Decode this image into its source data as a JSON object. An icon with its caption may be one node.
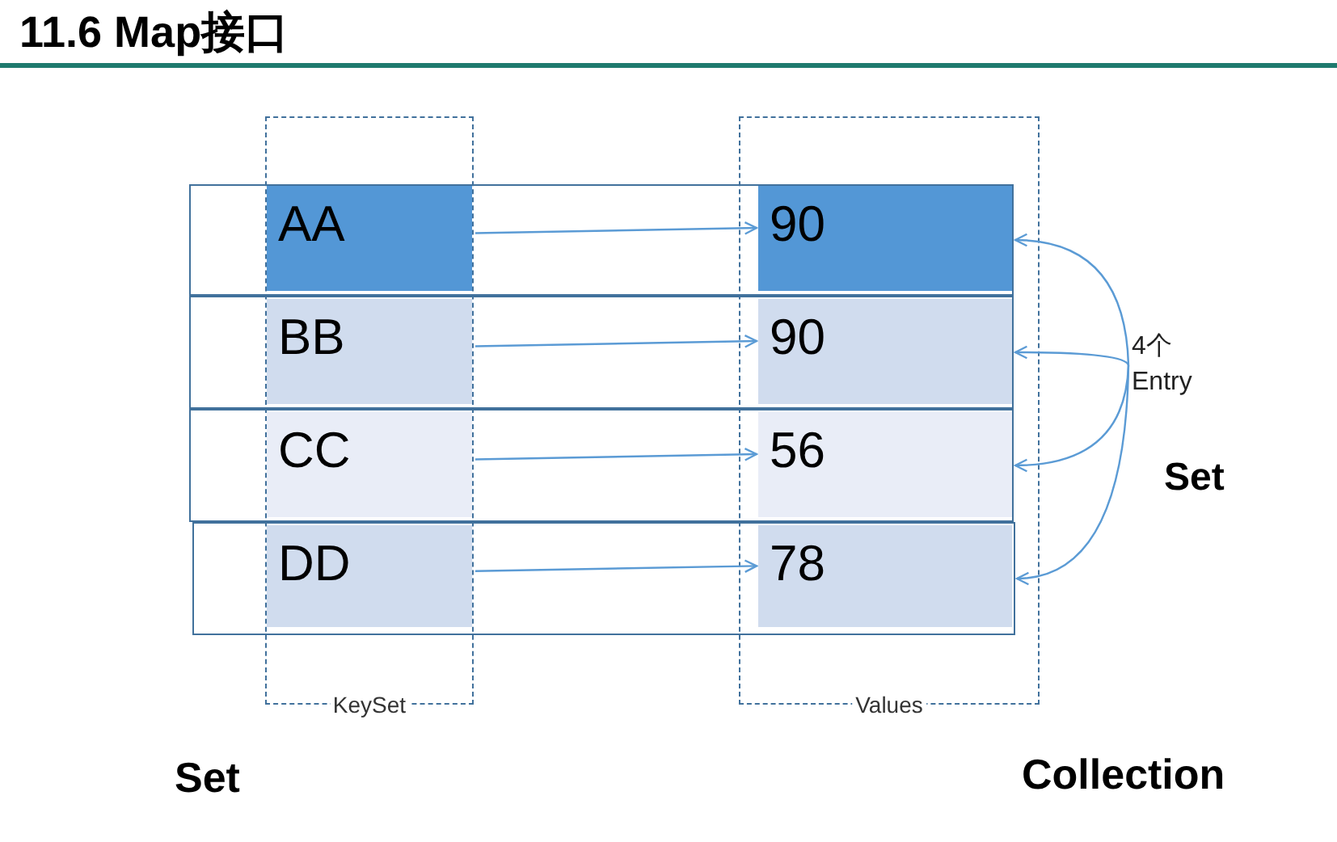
{
  "diagram": {
    "title": "11.6 Map接口",
    "nodes": [
      {
        "text": [],
        "shape": "box"
      },
      {
        "text": [],
        "shape": "box"
      },
      {
        "text": [],
        "shape": "box"
      },
      {
        "text": [],
        "shape": "box"
      },
      {
        "text": [
          "AA"
        ],
        "in": 0
      },
      {
        "text": [
          "90"
        ],
        "in": 0
      },
      {
        "text": [
          "BB"
        ],
        "in": 1
      },
      {
        "text": [
          "90"
        ],
        "in": 1
      },
      {
        "text": [
          "CC"
        ],
        "in": 2
      },
      {
        "text": [
          "56"
        ],
        "in": 2
      },
      {
        "text": [
          "DD"
        ],
        "in": 3
      },
      {
        "text": [
          "78"
        ],
        "in": 3
      },
      {
        "text": [
          "4个 Entry"
        ]
      }
    ],
    "edges": [
      {
        "from": 4,
        "to": 5,
        "arrow": "to"
      },
      {
        "from": 6,
        "to": 7,
        "arrow": "to"
      },
      {
        "from": 8,
        "to": 9,
        "arrow": "to"
      },
      {
        "from": 10,
        "to": 11,
        "arrow": "to"
      },
      {
        "from": 12,
        "to": 0,
        "arrow": "to"
      },
      {
        "from": 12,
        "to": 1,
        "arrow": "to"
      },
      {
        "from": 12,
        "to": 2,
        "arrow": "to"
      },
      {
        "from": 12,
        "to": 3,
        "arrow": "to"
      }
    ],
    "labels": [
      "KeySet",
      "Values",
      "Set",
      "Set",
      "Collection"
    ]
  }
}
